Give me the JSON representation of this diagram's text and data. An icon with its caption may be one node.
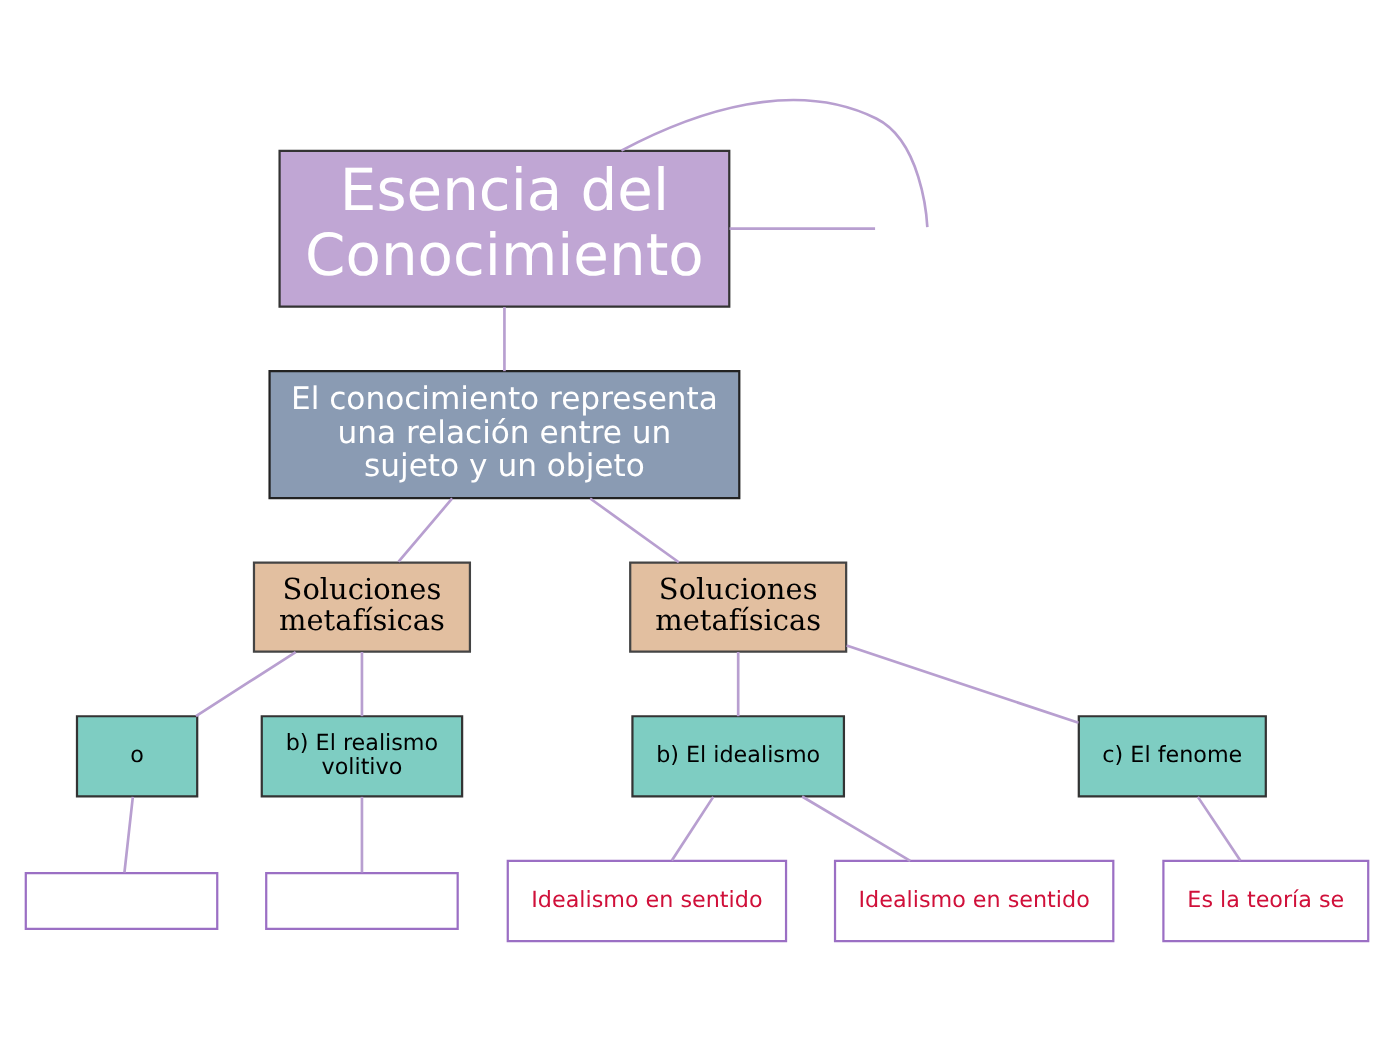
{
  "diagram": {
    "nodes": [
      {
        "text": [
          "Esencia del Conocimiento"
        ]
      },
      {
        "text": [
          "El conocimiento representa una relación entre un sujeto y un objeto"
        ]
      },
      {
        "text": [
          "Soluciones metafísicas"
        ]
      },
      {
        "text": [
          "Soluciones metafísicas"
        ]
      },
      {
        "text": [
          "o"
        ]
      },
      {
        "text": [
          "b) El realismo volitivo"
        ]
      },
      {
        "text": [],
        "shape": "box"
      },
      {
        "text": [],
        "shape": "box"
      },
      {
        "text": [
          "b) El idealismo"
        ]
      },
      {
        "text": [
          "c) El fenome"
        ]
      },
      {
        "text": [
          "Idealismo en sentido"
        ]
      },
      {
        "text": [
          "Idealismo en sentido"
        ]
      },
      {
        "text": [
          "Es la teoría se"
        ]
      }
    ],
    "edges": [
      {
        "from": 0,
        "to": null,
        "arrow": "none"
      },
      {
        "from": 0,
        "to": null,
        "arrow": "none"
      },
      {
        "from": 0,
        "to": 1,
        "arrow": "none"
      },
      {
        "from": 1,
        "to": 2,
        "arrow": "none"
      },
      {
        "from": 1,
        "to": 3,
        "arrow": "none"
      },
      {
        "from": 2,
        "to": 4,
        "arrow": "none"
      },
      {
        "from": 2,
        "to": 5,
        "arrow": "none"
      },
      {
        "from": 4,
        "to": 6,
        "arrow": "none"
      },
      {
        "from": 5,
        "to": 7,
        "arrow": "none"
      },
      {
        "from": 3,
        "to": 8,
        "arrow": "none"
      },
      {
        "from": 3,
        "to": 9,
        "arrow": "none"
      },
      {
        "from": 8,
        "to": 10,
        "arrow": "none"
      },
      {
        "from": 8,
        "to": 11,
        "arrow": "none"
      },
      {
        "from": 9,
        "to": 12,
        "arrow": "none"
      }
    ]
  }
}
